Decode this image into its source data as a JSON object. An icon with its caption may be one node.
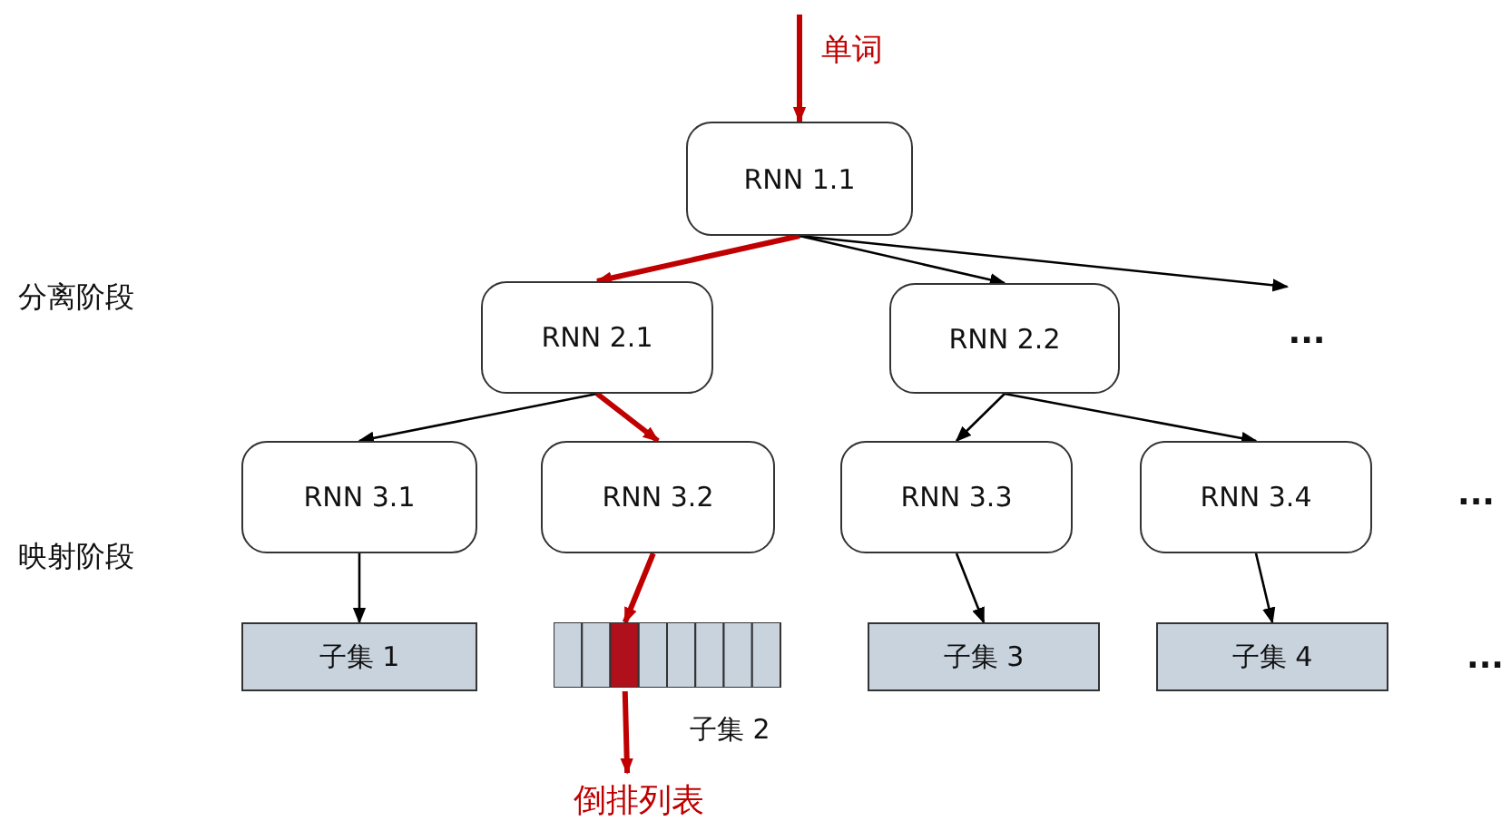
{
  "diagram": {
    "nodes": [
      {
        "text": [
          "RNN 1.1"
        ]
      },
      {
        "text": [
          "RNN 2.1"
        ]
      },
      {
        "text": [
          "RNN 2.2"
        ]
      },
      {
        "text": [
          "..."
        ]
      },
      {
        "text": [
          "RNN 3.1"
        ]
      },
      {
        "text": [
          "RNN 3.2"
        ]
      },
      {
        "text": [
          "RNN 3.3"
        ]
      },
      {
        "text": [
          "RNN 3.4"
        ]
      },
      {
        "text": [
          "子集 1"
        ]
      },
      {
        "text": [],
        "shape": "bar",
        "beside": [
          "子集 2"
        ]
      },
      {
        "text": [
          "子集 3"
        ]
      },
      {
        "text": [
          "子集 4"
        ]
      },
      {
        "text": [
          "倒排列表"
        ]
      }
    ],
    "edges": [
      {
        "from": null,
        "to": 0,
        "arrow": "to",
        "label": "单词",
        "style": "thick",
        "color": "#c00000"
      },
      {
        "from": 0,
        "to": 1,
        "arrow": "to",
        "style": "thick",
        "color": "#c00000"
      },
      {
        "from": 0,
        "to": 2,
        "arrow": "to"
      },
      {
        "from": 0,
        "to": 3,
        "arrow": "to"
      },
      {
        "from": 1,
        "to": 4,
        "arrow": "to"
      },
      {
        "from": 1,
        "to": 5,
        "arrow": "to",
        "style": "thick",
        "color": "#c00000"
      },
      {
        "from": 2,
        "to": 6,
        "arrow": "to"
      },
      {
        "from": 2,
        "to": 7,
        "arrow": "to"
      },
      {
        "from": 4,
        "to": 8,
        "arrow": "to"
      },
      {
        "from": 5,
        "to": 9,
        "arrow": "to",
        "style": "thick",
        "color": "#c00000"
      },
      {
        "from": 6,
        "to": 10,
        "arrow": "to"
      },
      {
        "from": 7,
        "to": 11,
        "arrow": "to"
      },
      {
        "from": 9,
        "to": 12,
        "arrow": "to",
        "style": "thick",
        "color": "#c00000"
      }
    ],
    "labels": [
      "分离阶段",
      "映射阶段",
      "...",
      "..."
    ]
  }
}
